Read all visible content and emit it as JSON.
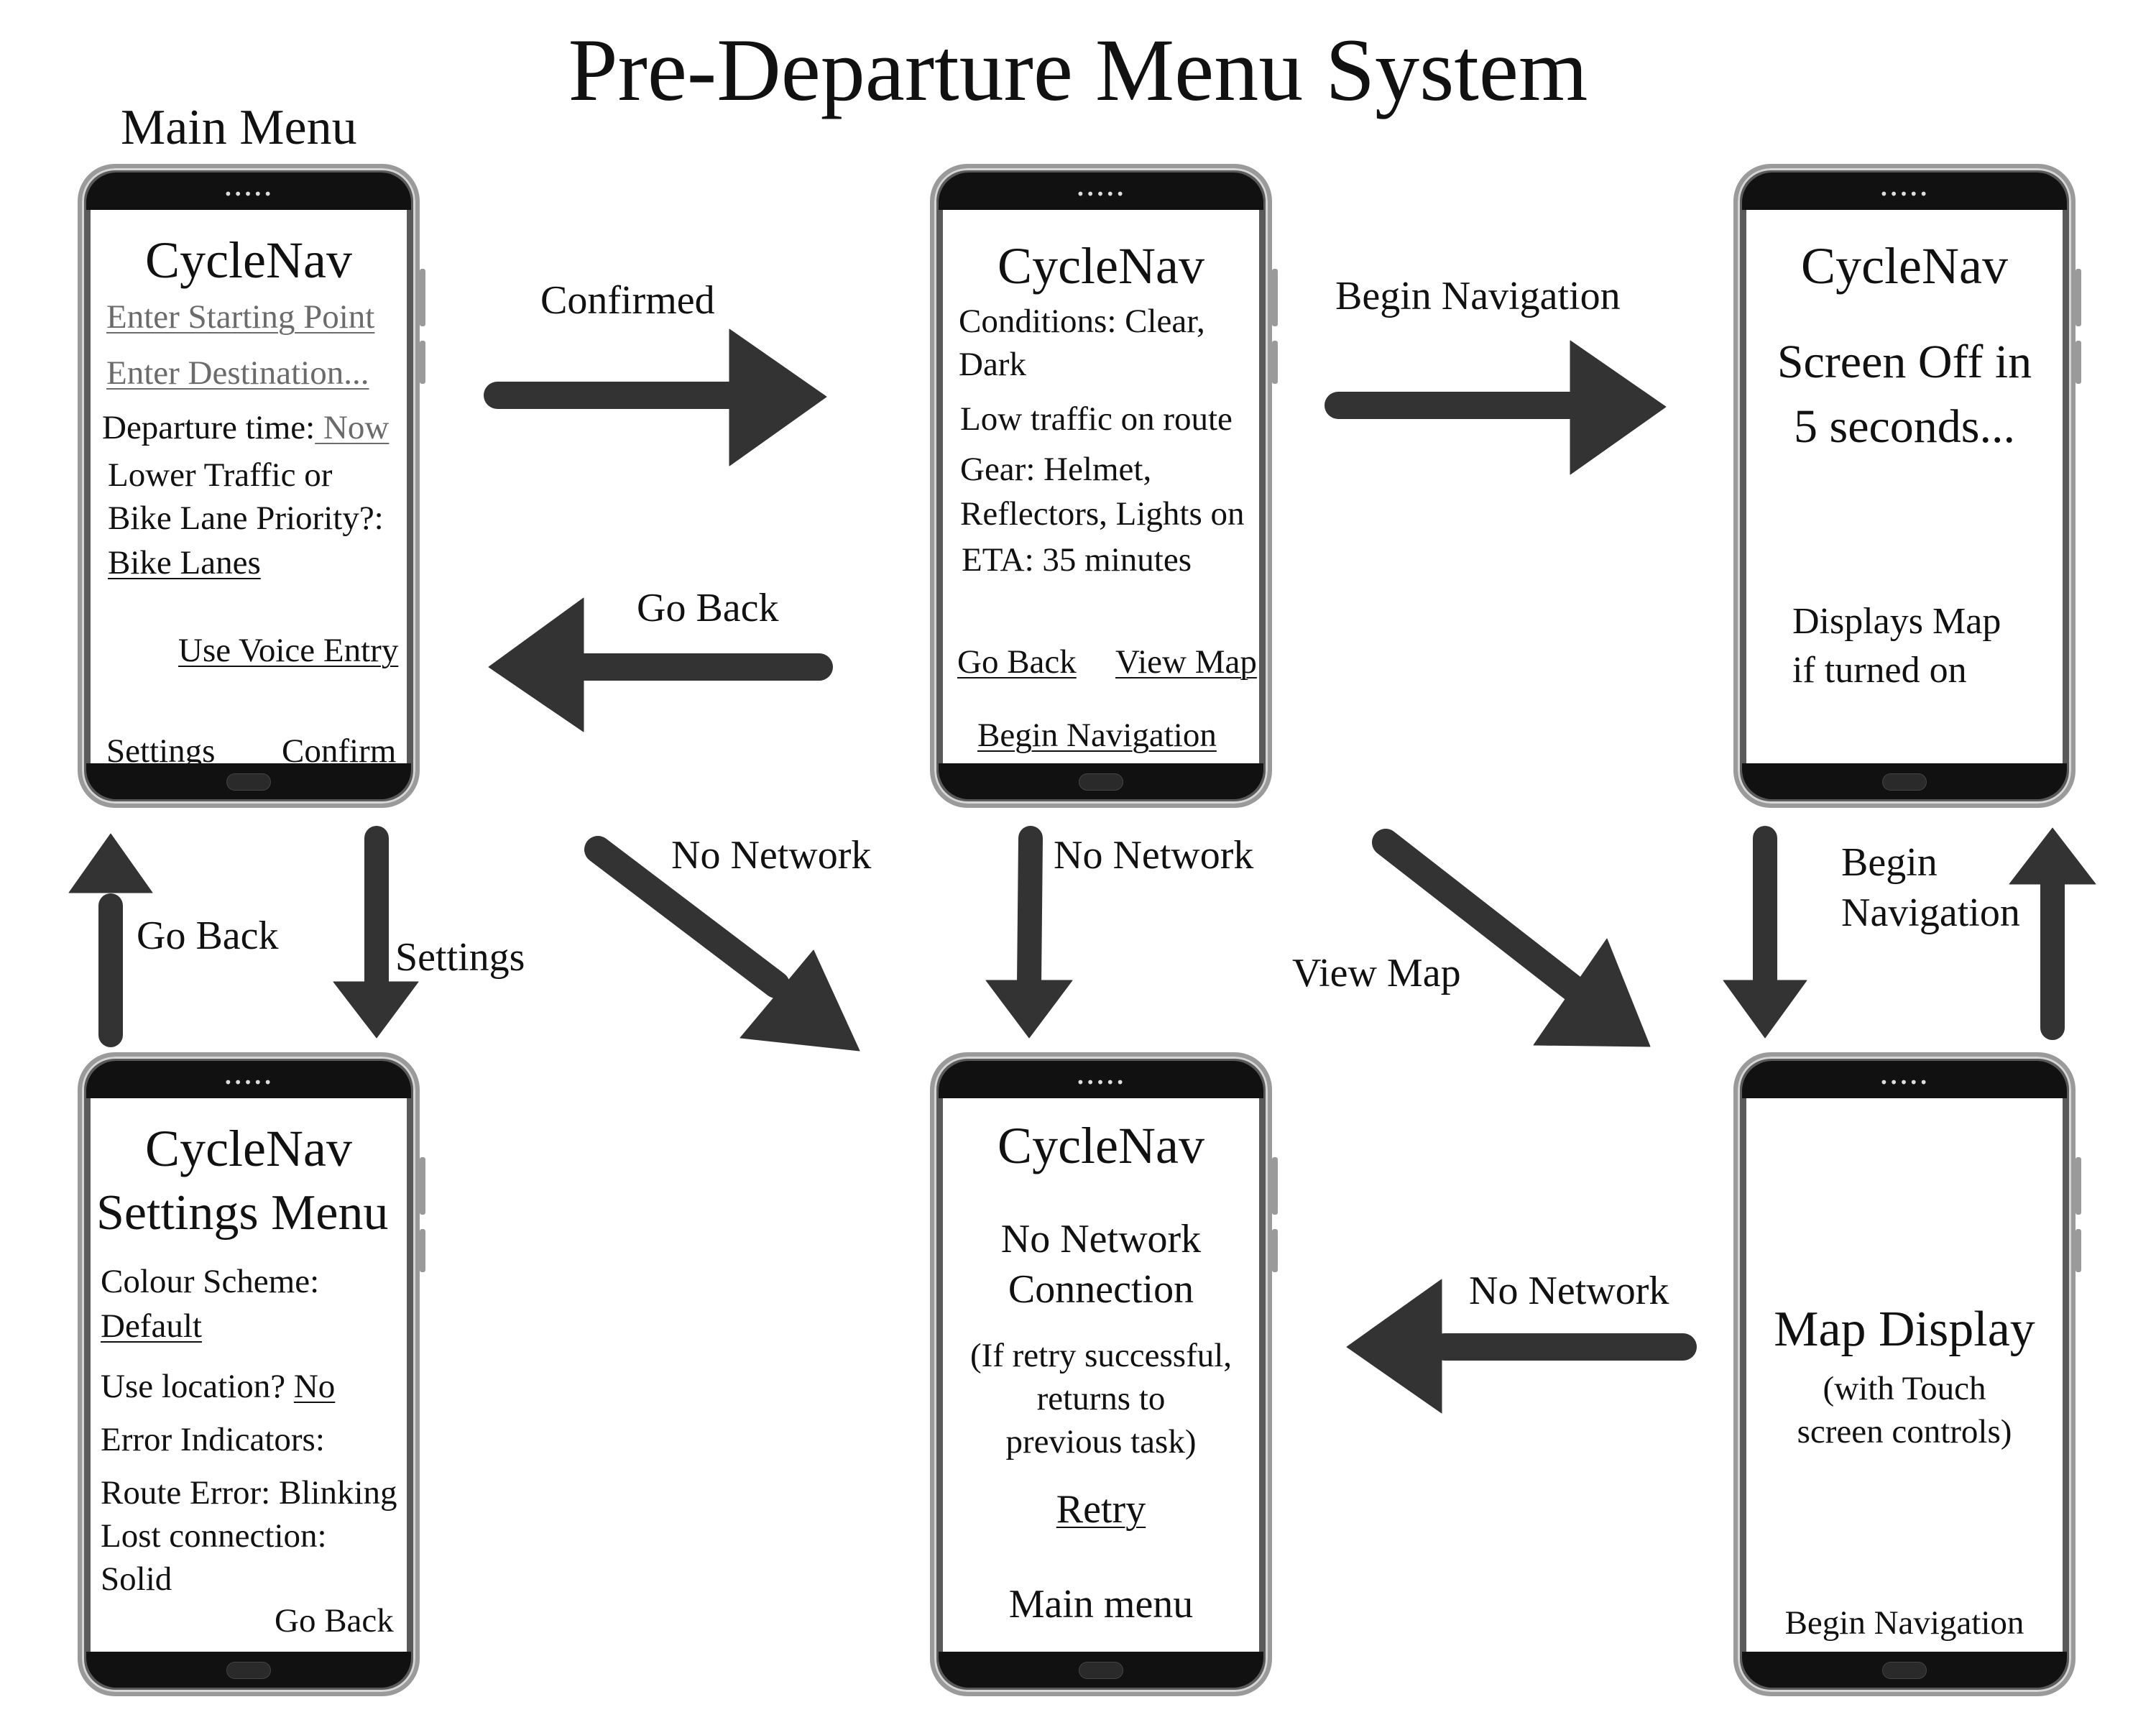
{
  "title": "Pre-Departure Menu System",
  "main_menu_caption": "Main Menu",
  "app_name": "CycleNav",
  "screens": {
    "main_menu": {
      "start_field": "Enter Starting Point",
      "dest_field": "Enter Destination...",
      "departure_label": "Departure time:",
      "departure_value": " Now",
      "priority_line1": "Lower Traffic or",
      "priority_line2": "Bike Lane Priority?:",
      "priority_value": "Bike Lanes",
      "voice_entry": "Use Voice Entry",
      "settings": "Settings",
      "confirm": "Confirm"
    },
    "confirmation": {
      "conditions_line1": "Conditions: Clear,",
      "conditions_line2": "Dark",
      "traffic": "Low traffic on route",
      "gear_line1": "Gear: Helmet,",
      "gear_line2": "Reflectors, Lights on",
      "eta": "ETA: 35 minutes",
      "go_back": "Go Back",
      "view_map": "View Map",
      "begin_navigation": "Begin Navigation"
    },
    "screen_off": {
      "line1": "Screen Off in",
      "line2": "5 seconds...",
      "note1": "Displays Map",
      "note2": "if turned on"
    },
    "settings_menu": {
      "heading": "Settings Menu",
      "colour_label": "Colour Scheme:",
      "colour_value": "Default",
      "location_label": "Use location?",
      "location_value": "No",
      "error_label": "Error Indicators:",
      "route_error": "Route Error: Blinking",
      "lost_conn_line1": "Lost connection:",
      "lost_conn_line2": "Solid",
      "go_back": "Go Back"
    },
    "no_network": {
      "line1": "No Network",
      "line2": "Connection",
      "note1": "(If retry successful,",
      "note2": "returns to",
      "note3": "previous task)",
      "retry": "Retry",
      "main_menu": "Main menu"
    },
    "map_display": {
      "heading": "Map Display",
      "sub1": "(with Touch",
      "sub2": "screen controls)",
      "begin_navigation": "Begin Navigation"
    }
  },
  "arrows": {
    "confirmed": "Confirmed",
    "go_back_top": "Go Back",
    "begin_navigation_top": "Begin Navigation",
    "go_back_left": "Go Back",
    "settings": "Settings",
    "no_network_diag": "No Network",
    "no_network_down": "No Network",
    "view_map": "View Map",
    "begin_nav_right_1": "Begin",
    "begin_nav_right_2": "Navigation",
    "no_network_left": "No Network"
  },
  "colors": {
    "arrow": "#333333",
    "phone_frame": "#9a9a9a",
    "phone_bezel": "#111111"
  }
}
